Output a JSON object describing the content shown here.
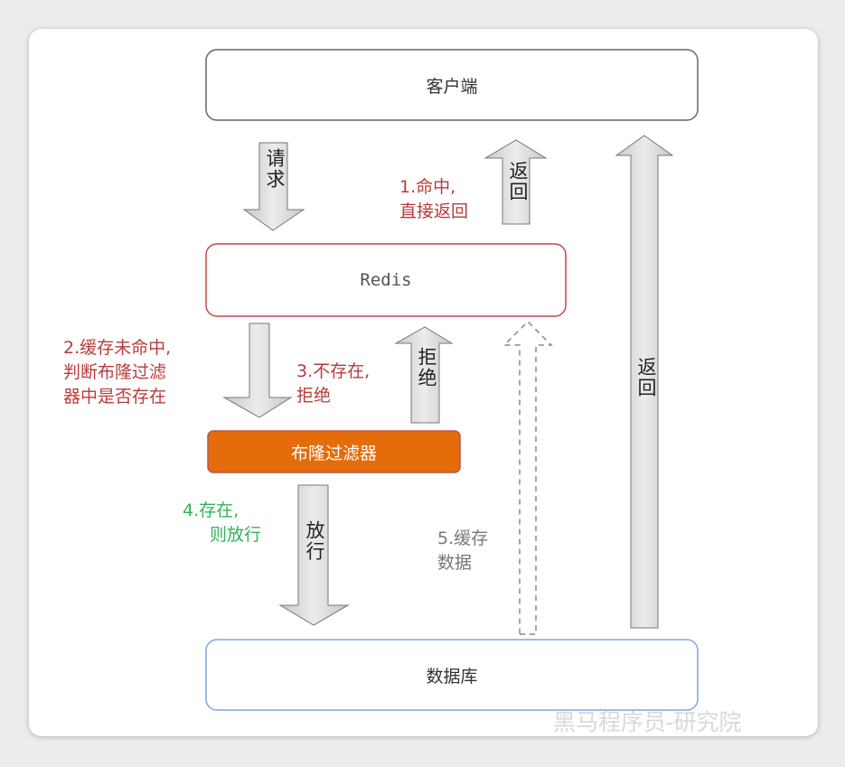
{
  "nodes": {
    "client": "客户端",
    "redis": "Redis",
    "bloom_filter": "布隆过滤器",
    "database": "数据库"
  },
  "arrows": {
    "request": "请求",
    "return_small": "返回",
    "reject": "拒绝",
    "pass": "放行",
    "return_big": "返回"
  },
  "annotations": {
    "step1": [
      "1.命中,",
      "直接返回"
    ],
    "step2": [
      "2.缓存未命中,",
      "判断布隆过滤",
      "器中是否存在"
    ],
    "step3": [
      "3.不存在,",
      "拒绝"
    ],
    "step4": [
      "4.存在,",
      "则放行"
    ],
    "step5": [
      "5.缓存",
      "数据"
    ]
  },
  "watermark": "黑马程序员-研究院",
  "colors": {
    "redis_border": "#c9464a",
    "bloom_fill": "#e46c0a",
    "db_border": "#7ea6e0",
    "step_red": "#b83b3b",
    "step_green": "#2fb35a"
  }
}
